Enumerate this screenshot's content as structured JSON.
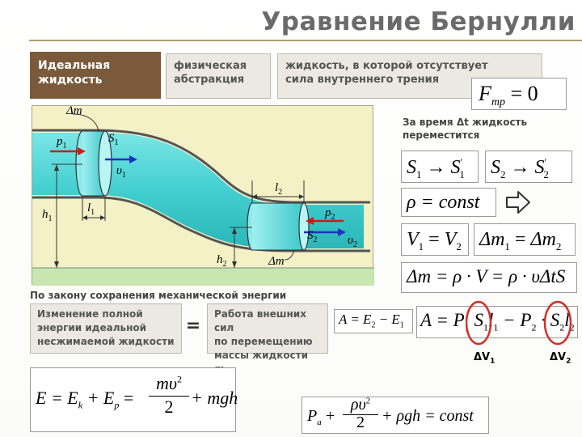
{
  "title": "Уравнение Бернулли",
  "definition": {
    "term_line1": "Идеальная",
    "term_line2": "жидкость",
    "category_line1": "физическая",
    "category_line2": "абстракция",
    "description_line1": "жидкость, в которой отсутствует",
    "description_line2": "сила внутреннего трения",
    "friction_formula": "F",
    "friction_sub": "тр",
    "friction_rhs": " = 0"
  },
  "time_note_line1": "За время Δt жидкость",
  "time_note_line2": "переместится",
  "formulas": {
    "s1": "S",
    "s1_prime": "S",
    "s2": "S",
    "s2_prime": "S",
    "rho_const": "ρ = const",
    "v_left": "V",
    "v_right": "V",
    "dm_left": "Δm",
    "dm_right": "Δm",
    "dm_eq": "Δm = ρ · V = ρ · υΔtS"
  },
  "diagram": {
    "dm_top": "Δm",
    "p1": "p",
    "s1": "S",
    "v1": "υ",
    "h1": "h",
    "l1": "l",
    "l2": "l",
    "p2": "p",
    "s2": "S",
    "v2": "υ",
    "h2": "h",
    "dm_bottom": "Δm",
    "sub1": "1",
    "sub2": "2"
  },
  "energy_law": "По закону сохранения механической энергии",
  "energy_change_line1": "Изменение полной",
  "energy_change_line2": "энергии идеальной",
  "energy_change_line3": "несжимаемой жидкости",
  "equals_sign": "=",
  "work_line1": "Работа внешних сил",
  "work_line2": "по перемещению",
  "work_line3": "массы жидкости ",
  "work_var": "m",
  "work_formula": "A = E",
  "work_formula_mid": " − E",
  "work_full_a": "A = P",
  "work_full_s": "S",
  "work_full_l": "l",
  "work_full_minus": " − P",
  "work_full_dot": " · S",
  "work_full_l2": "l",
  "dv1": "ΔV",
  "dv2": "ΔV",
  "energy_formula_lhs": "E = E",
  "energy_formula_k": "k",
  "energy_formula_plus": " + E",
  "energy_formula_p": "p",
  "energy_formula_eq": " =",
  "energy_formula_num": "mυ",
  "energy_formula_den": "2",
  "energy_formula_tail": "+ mgh",
  "bernoulli_lhs": "P",
  "bernoulli_a": "a",
  "bernoulli_num": "ρυ",
  "bernoulli_den": "2",
  "bernoulli_tail": "+ ρgh = const",
  "colors": {
    "title": "#6a6a6a",
    "accent_box": "#7a5a3a",
    "fluid": "#4fd6d6",
    "diagram_bg": "#f4f1c6",
    "highlight_circle": "#d0302a"
  }
}
